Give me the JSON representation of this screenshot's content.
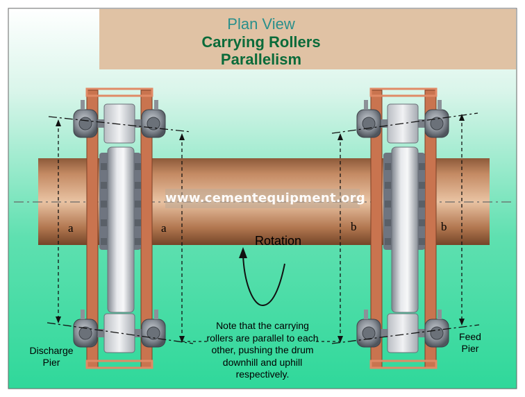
{
  "title": {
    "line1": "Plan View",
    "line2": "Carrying Rollers",
    "line3": "Parallelism"
  },
  "labels": {
    "a_left": "a",
    "a_right": "a",
    "b_left": "b",
    "b_right": "b",
    "rotation": "Rotation",
    "discharge_pier_1": "Discharge",
    "discharge_pier_2": "Pier",
    "feed_pier_1": "Feed",
    "feed_pier_2": "Pier",
    "note_1": "Note that the carrying",
    "note_2": "rollers are parallel to each",
    "note_3": "other, pushing the drum",
    "note_4": "downhill and uphill",
    "note_5": "respectively."
  },
  "watermark": "www.cementequipment.org",
  "colors": {
    "title_box": "#e0c2a4",
    "title_line1": "#2a8f8b",
    "title_lines_2_3": "#0b6b3a",
    "bg_top": "#ffffff",
    "bg_bottom": "#2fd89a",
    "drum": "#c2865e",
    "frame": "#d98060",
    "roller_metal": "#9aa0a8"
  },
  "icons": [
    "rotation-arrow-icon",
    "carrying-roller-icon",
    "kiln-drum-icon",
    "riding-ring-icon"
  ]
}
